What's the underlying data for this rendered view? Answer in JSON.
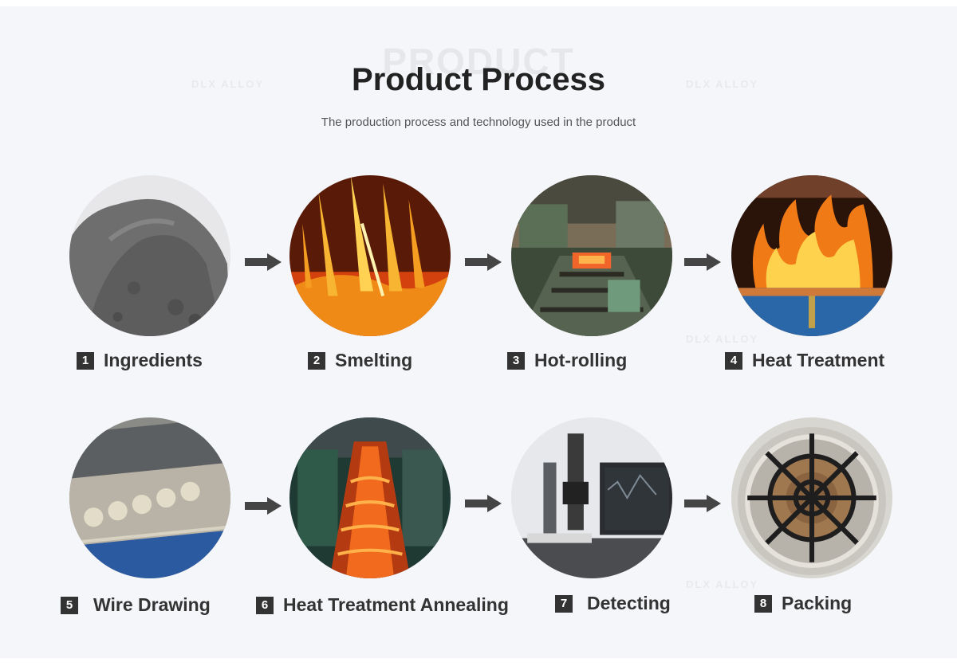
{
  "header": {
    "background_word": "PRODUCT",
    "title": "Product Process",
    "subtitle": "The production process and technology used in the product"
  },
  "watermark": "DLX ALLOY",
  "steps": [
    {
      "number": "1",
      "label": "Ingredients",
      "image": "grey metal powder pile"
    },
    {
      "number": "2",
      "label": "Smelting",
      "image": "molten metal sparks"
    },
    {
      "number": "3",
      "label": "Hot-rolling",
      "image": "rolling mill with glowing billet"
    },
    {
      "number": "4",
      "label": "Heat Treatment",
      "image": "furnace flames"
    },
    {
      "number": "5",
      "label": "Wire Drawing",
      "image": "wire drawing machine"
    },
    {
      "number": "6",
      "label": "Heat Treatment Annealing",
      "image": "glowing wire coils in annealing line"
    },
    {
      "number": "7",
      "label": "Detecting",
      "image": "microscope and monitor"
    },
    {
      "number": "8",
      "label": "Packing",
      "image": "wire spool on frame"
    }
  ],
  "colors": {
    "panel_background": "#f5f6fa",
    "title": "#222222",
    "label": "#333333",
    "number_badge": "#333333",
    "arrow": "#454545"
  }
}
